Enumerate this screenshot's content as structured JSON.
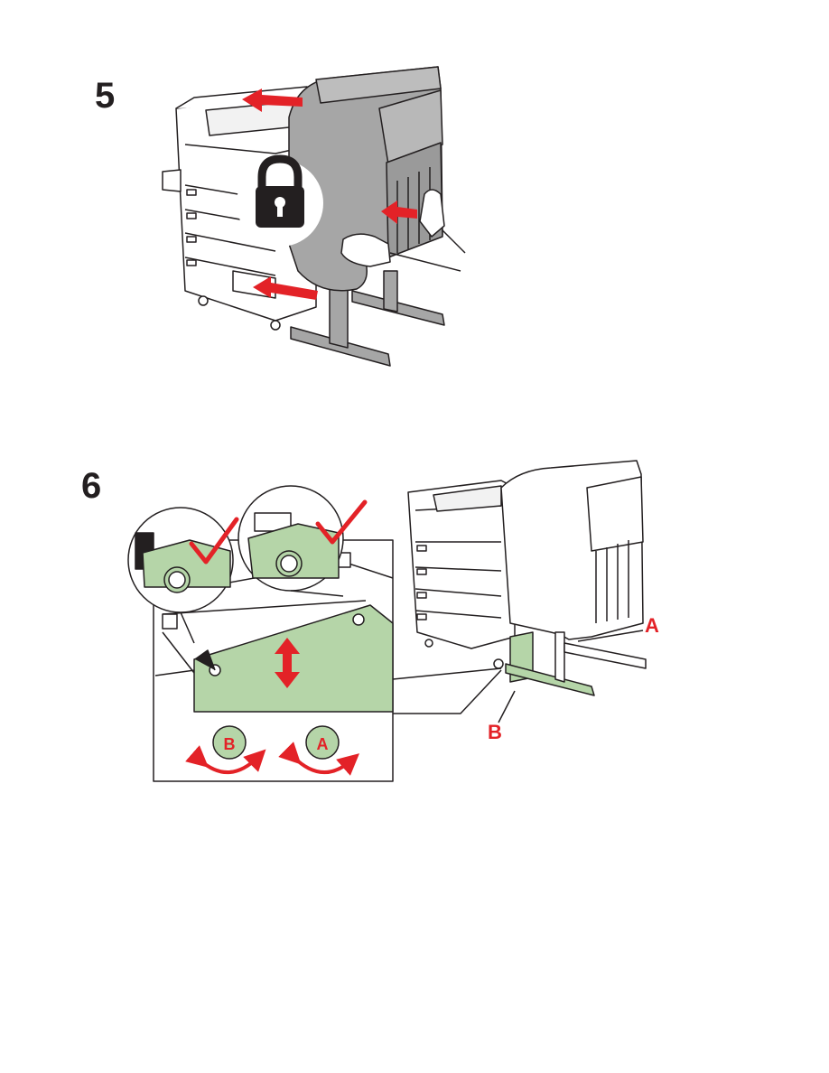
{
  "steps": [
    {
      "number": "5",
      "icon": "padlock-icon"
    },
    {
      "number": "6",
      "callouts": {
        "a": "A",
        "b": "B"
      },
      "knobs": {
        "b": "B",
        "a": "A"
      }
    }
  ],
  "colors": {
    "accent_red": "#e32227",
    "highlight_green": "#b5d5a8",
    "machine_gray": "#a6a6a6",
    "outline": "#231f20"
  }
}
